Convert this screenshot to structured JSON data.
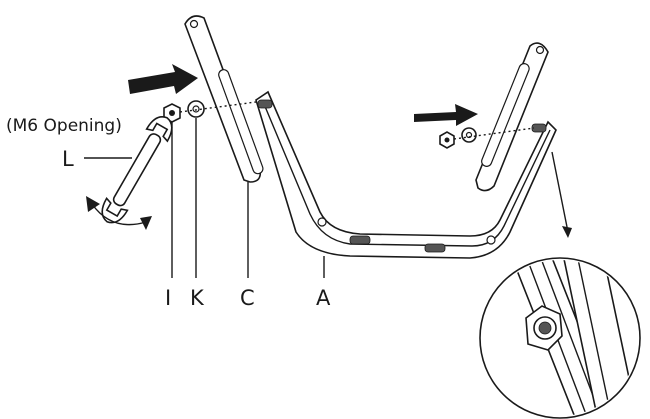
{
  "labels": {
    "opening_note": "(M6 Opening)",
    "wrench": "L",
    "nut": "I",
    "washer": "K",
    "side_bracket": "C",
    "main_bracket": "A"
  },
  "icons": {
    "left_arrow": "push-arrow-icon",
    "right_arrow": "push-arrow-icon",
    "rotate": "rotate-arrow-icon"
  },
  "colors": {
    "ink": "#1a1a1a",
    "background": "#ffffff"
  }
}
